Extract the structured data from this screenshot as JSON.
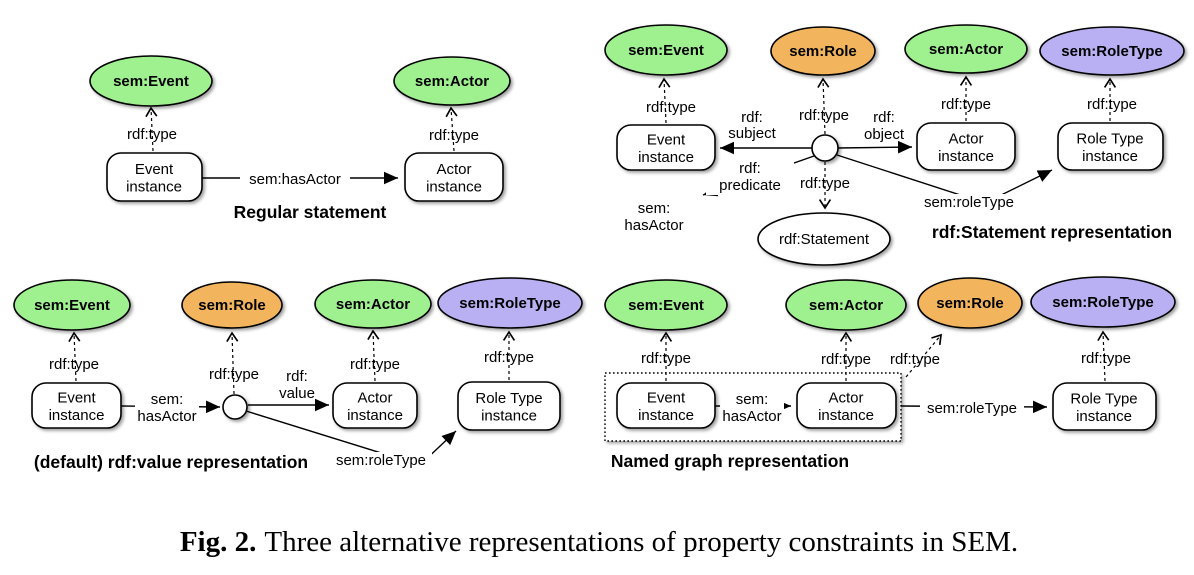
{
  "colors": {
    "class_green": "#9ff08f",
    "class_orange": "#f2b55e",
    "class_purple": "#b8b0f2",
    "node_fill": "#ffffff",
    "line": "#000000"
  },
  "labels": {
    "sem_event": "sem:Event",
    "sem_actor": "sem:Actor",
    "sem_role": "sem:Role",
    "sem_roletype": "sem:RoleType",
    "event": "Event",
    "actor": "Actor",
    "role_type": "Role Type",
    "instance": "instance",
    "rdf_type": "rdf:type",
    "rdf_prefix": "rdf:",
    "subject": "subject",
    "object": "object",
    "predicate": "predicate",
    "value": "value",
    "sem_prefix": "sem:",
    "hasactor": "hasActor",
    "sem_hasactor": "sem:hasActor",
    "sem_roletype_prop": "sem:roleType",
    "rdf_statement": "rdf:Statement"
  },
  "titles": {
    "regular": "Regular statement",
    "statement": "rdf:Statement representation",
    "rdf_value": "(default) rdf:value representation",
    "named_graph": "Named graph representation"
  },
  "caption": {
    "tag": "Fig. 2.",
    "text": "Three alternative representations of property constraints in SEM."
  }
}
